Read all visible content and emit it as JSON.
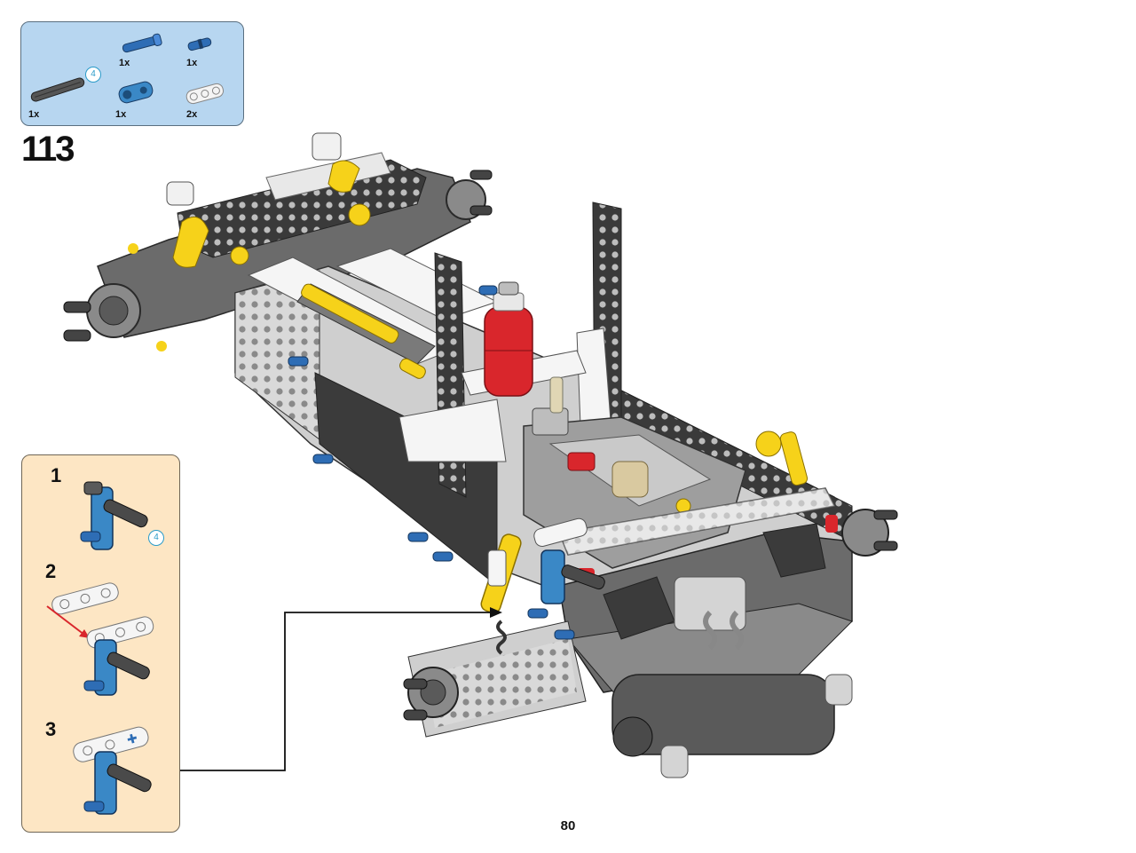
{
  "parts_list": {
    "items": [
      {
        "name": "axle-with-stop",
        "color": "#2e6db5",
        "qty": "1x"
      },
      {
        "name": "axle-pin",
        "color": "#2e6db5",
        "qty": "1x"
      },
      {
        "name": "long-axle",
        "color": "#555555",
        "qty": "1x",
        "callout": "4"
      },
      {
        "name": "axle-connector",
        "color": "#3a88c6",
        "qty": "1x"
      },
      {
        "name": "liftarm-3",
        "color": "#f4f4f4",
        "qty": "2x"
      }
    ]
  },
  "step": {
    "number": "113"
  },
  "substeps": [
    {
      "number": "1",
      "callout": "4"
    },
    {
      "number": "2"
    },
    {
      "number": "3"
    }
  ],
  "page": {
    "number": "80"
  },
  "colors": {
    "parts_bg": "#b7d6f0",
    "sub_bg": "#fde6c4",
    "frame_dark": "#3b3b3b",
    "frame_light": "#eeeeee",
    "accent_yellow": "#f6d21a",
    "accent_red": "#d9262c",
    "accent_blue": "#2e6db5"
  }
}
